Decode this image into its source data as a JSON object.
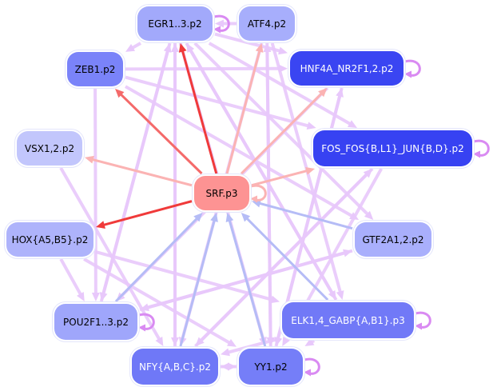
{
  "graph": {
    "type": "motif-interaction-network",
    "nodes": [
      {
        "id": "egr",
        "label": "EGR1..3.p2",
        "fill": "#a2a9fb",
        "text": "#000000"
      },
      {
        "id": "atf4",
        "label": "ATF4.p2",
        "fill": "#a7aefc",
        "text": "#000000"
      },
      {
        "id": "zeb1",
        "label": "ZEB1.p2",
        "fill": "#7a83f9",
        "text": "#000000"
      },
      {
        "id": "hnf4a",
        "label": "HNF4A_NR2F1,2.p2",
        "fill": "#3a45f2",
        "text": "#ffffff"
      },
      {
        "id": "vsx",
        "label": "VSX1,2.p2",
        "fill": "#c2c6fc",
        "text": "#000000"
      },
      {
        "id": "fos",
        "label": "FOS_FOS{B,L1}_JUN{B,D}.p2",
        "fill": "#3742f2",
        "text": "#ffffff"
      },
      {
        "id": "srf",
        "label": "SRF.p3",
        "fill": "#fd9393",
        "text": "#000000"
      },
      {
        "id": "hox",
        "label": "HOX{A5,B5}.p2",
        "fill": "#aeb3fb",
        "text": "#000000"
      },
      {
        "id": "gtf2a",
        "label": "GTF2A1,2.p2",
        "fill": "#a9affc",
        "text": "#000000"
      },
      {
        "id": "pou2f",
        "label": "POU2F1..3.p2",
        "fill": "#9fa6fb",
        "text": "#000000"
      },
      {
        "id": "elk",
        "label": "ELK1,4_GABP{A,B1}.p3",
        "fill": "#7179f7",
        "text": "#ffffff"
      },
      {
        "id": "nfy",
        "label": "NFY{A,B,C}.p2",
        "fill": "#6f78f7",
        "text": "#ffffff"
      },
      {
        "id": "yy1",
        "label": "YY1.p2",
        "fill": "#757ef8",
        "text": "#000000"
      }
    ],
    "edge_colors": {
      "strong_red": "#f03a3a",
      "red": "#f46a6a",
      "light_red": "#fbb3b3",
      "blue": "#b5bcf6",
      "lilac": "#e8c8fb",
      "self_loop": "#d98af2"
    },
    "edges": [
      {
        "from": "srf",
        "to": "egr",
        "color": "strong_red"
      },
      {
        "from": "srf",
        "to": "zeb1",
        "color": "red"
      },
      {
        "from": "srf",
        "to": "hox",
        "color": "strong_red"
      },
      {
        "from": "srf",
        "to": "vsx",
        "color": "light_red"
      },
      {
        "from": "srf",
        "to": "atf4",
        "color": "light_red"
      },
      {
        "from": "srf",
        "to": "hnf4a",
        "color": "light_red"
      },
      {
        "from": "srf",
        "to": "fos",
        "color": "light_red"
      },
      {
        "from": "gtf2a",
        "to": "srf",
        "color": "blue"
      },
      {
        "from": "elk",
        "to": "srf",
        "color": "blue"
      },
      {
        "from": "yy1",
        "to": "srf",
        "color": "blue"
      },
      {
        "from": "nfy",
        "to": "srf",
        "color": "blue"
      },
      {
        "from": "pou2f",
        "to": "srf",
        "color": "blue"
      },
      {
        "from": "atf4",
        "to": "egr",
        "color": "lilac"
      },
      {
        "from": "egr",
        "to": "zeb1",
        "color": "lilac"
      },
      {
        "from": "zeb1",
        "to": "hnf4a",
        "color": "lilac"
      },
      {
        "from": "egr",
        "to": "hnf4a",
        "color": "lilac"
      },
      {
        "from": "zeb1",
        "to": "fos",
        "color": "lilac"
      },
      {
        "from": "egr",
        "to": "fos",
        "color": "lilac"
      },
      {
        "from": "zeb1",
        "to": "gtf2a",
        "color": "lilac"
      },
      {
        "from": "egr",
        "to": "gtf2a",
        "color": "lilac"
      },
      {
        "from": "zeb1",
        "to": "pou2f",
        "color": "lilac"
      },
      {
        "from": "hox",
        "to": "pou2f",
        "color": "lilac"
      },
      {
        "from": "vsx",
        "to": "nfy",
        "color": "lilac"
      },
      {
        "from": "egr",
        "to": "pou2f",
        "color": "lilac"
      },
      {
        "from": "egr",
        "to": "nfy",
        "color": "lilac"
      },
      {
        "from": "egr",
        "to": "yy1",
        "color": "lilac"
      },
      {
        "from": "egr",
        "to": "elk",
        "color": "lilac"
      },
      {
        "from": "atf4",
        "to": "yy1",
        "color": "lilac"
      },
      {
        "from": "atf4",
        "to": "elk",
        "color": "lilac"
      },
      {
        "from": "atf4",
        "to": "nfy",
        "color": "lilac"
      },
      {
        "from": "hnf4a",
        "to": "pou2f",
        "color": "lilac"
      },
      {
        "from": "hnf4a",
        "to": "yy1",
        "color": "lilac"
      },
      {
        "from": "fos",
        "to": "nfy",
        "color": "lilac"
      },
      {
        "from": "fos",
        "to": "yy1",
        "color": "lilac"
      },
      {
        "from": "hox",
        "to": "elk",
        "color": "lilac"
      },
      {
        "from": "hox",
        "to": "yy1",
        "color": "lilac"
      },
      {
        "from": "gtf2a",
        "to": "pou2f",
        "color": "lilac"
      },
      {
        "from": "elk",
        "to": "nfy",
        "color": "lilac"
      },
      {
        "from": "elk",
        "to": "yy1",
        "color": "lilac"
      },
      {
        "from": "nfy",
        "to": "yy1",
        "color": "lilac"
      },
      {
        "from": "yy1",
        "to": "nfy",
        "color": "lilac"
      },
      {
        "from": "pou2f",
        "to": "egr",
        "color": "lilac"
      },
      {
        "from": "nfy",
        "to": "egr",
        "color": "lilac"
      },
      {
        "from": "yy1",
        "to": "atf4",
        "color": "lilac"
      },
      {
        "from": "yy1",
        "to": "hnf4a",
        "color": "lilac"
      },
      {
        "from": "nfy",
        "to": "fos",
        "color": "lilac"
      },
      {
        "from": "pou2f",
        "to": "gtf2a",
        "color": "lilac"
      },
      {
        "from": "elk",
        "to": "egr",
        "color": "lilac"
      }
    ],
    "self_loops": [
      "egr",
      "hnf4a",
      "fos",
      "srf",
      "pou2f",
      "elk",
      "yy1"
    ]
  }
}
